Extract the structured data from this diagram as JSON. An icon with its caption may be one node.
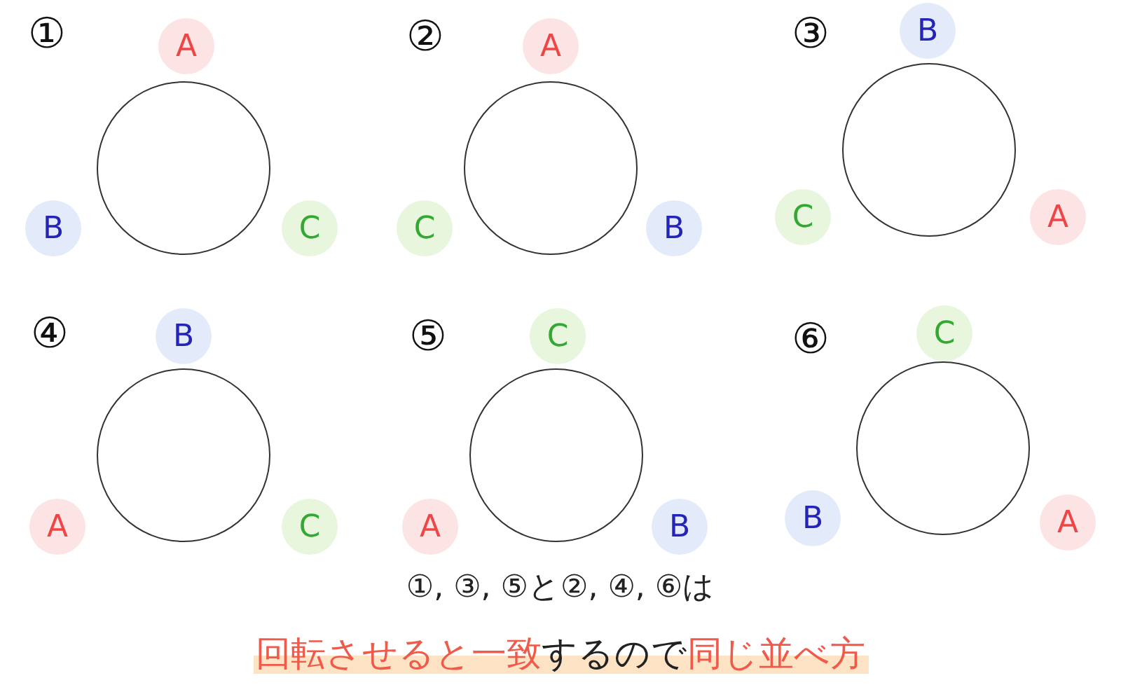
{
  "diagram": {
    "nodes": [
      {
        "text": [
          "A"
        ]
      },
      {
        "text": [],
        "shape": "circle"
      },
      {
        "text": [
          "B"
        ]
      },
      {
        "text": [
          "C"
        ]
      },
      {
        "text": [
          "A"
        ]
      },
      {
        "text": [],
        "shape": "circle"
      },
      {
        "text": [
          "C"
        ]
      },
      {
        "text": [
          "B"
        ]
      },
      {
        "text": [
          "B"
        ]
      },
      {
        "text": [],
        "shape": "circle"
      },
      {
        "text": [
          "C"
        ]
      },
      {
        "text": [
          "A"
        ]
      },
      {
        "text": [
          "B"
        ]
      },
      {
        "text": [],
        "shape": "circle"
      },
      {
        "text": [
          "A"
        ]
      },
      {
        "text": [
          "C"
        ]
      },
      {
        "text": [
          "C"
        ]
      },
      {
        "text": [],
        "shape": "circle"
      },
      {
        "text": [
          "A"
        ]
      },
      {
        "text": [
          "B"
        ]
      },
      {
        "text": [
          "C"
        ]
      },
      {
        "text": [],
        "shape": "circle"
      },
      {
        "text": [
          "B"
        ]
      },
      {
        "text": [
          "A"
        ]
      }
    ],
    "edges": [],
    "labels": [
      "①",
      "②",
      "③",
      "④",
      "⑤",
      "⑥",
      "①, ③, ⑤と②, ④, ⑥は",
      "**回転させると一致**するので**同じ並べ方**"
    ]
  }
}
